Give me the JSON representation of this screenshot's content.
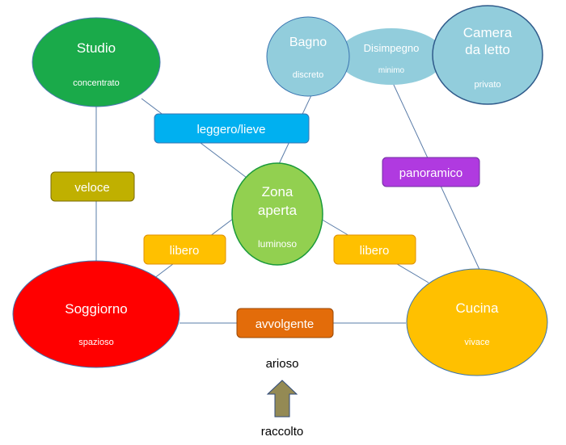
{
  "nodes": {
    "studio": {
      "title": "Studio",
      "subtitle": "concentrato",
      "color": "#1aaa4a"
    },
    "bagno": {
      "title": "Bagno",
      "subtitle": "discreto",
      "color": "#92cddc"
    },
    "disimpegno": {
      "title": "Disimpegno",
      "subtitle": "minimo",
      "color": "#92cddc"
    },
    "camera": {
      "title_line1": "Camera",
      "title_line2": "da letto",
      "subtitle": "privato",
      "color": "#92cddc"
    },
    "zona_aperta": {
      "title_line1": "Zona",
      "title_line2": "aperta",
      "subtitle": "luminoso",
      "color": "#92d050"
    },
    "soggiorno": {
      "title": "Soggiorno",
      "subtitle": "spazioso",
      "color": "#ff0000"
    },
    "cucina": {
      "title": "Cucina",
      "subtitle": "vivace",
      "color": "#ffc000"
    }
  },
  "edge_labels": {
    "leggero": {
      "text": "leggero/lieve",
      "color": "#00b0f0"
    },
    "veloce": {
      "text": "veloce",
      "color": "#c0b000"
    },
    "panoramico": {
      "text": "panoramico",
      "color": "#b03ae0"
    },
    "libero_left": {
      "text": "libero",
      "color": "#ffc000"
    },
    "libero_right": {
      "text": "libero",
      "color": "#ffc000"
    },
    "avvolgente": {
      "text": "avvolgente",
      "color": "#e36c0a"
    }
  },
  "scale": {
    "top": "arioso",
    "bottom": "raccolto",
    "arrow_color": "#948a54"
  }
}
